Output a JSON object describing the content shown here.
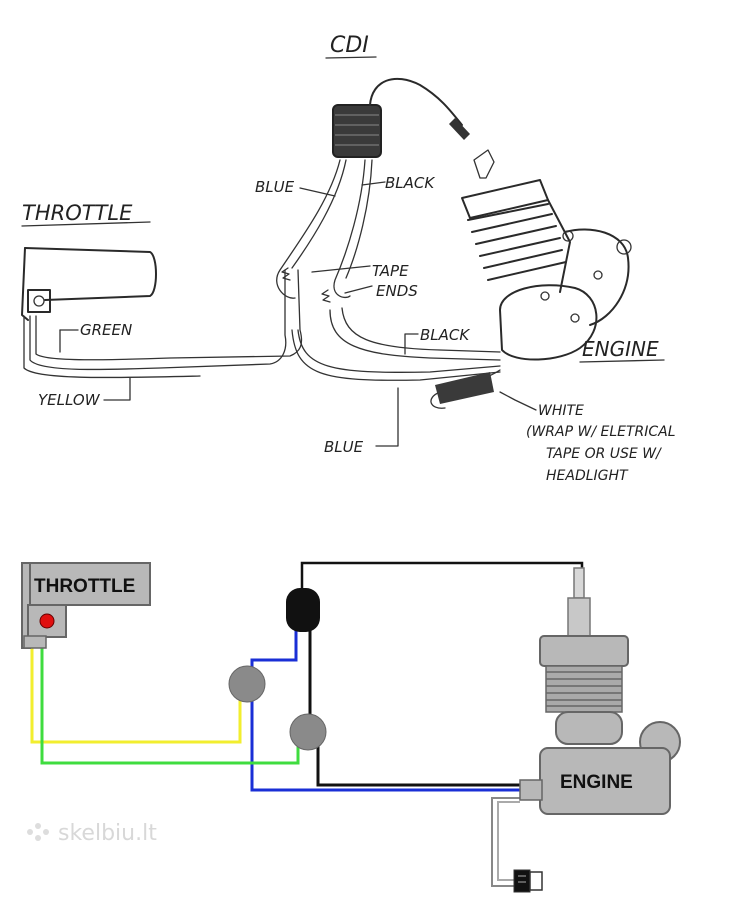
{
  "sketch": {
    "labels": {
      "cdi": "CDI",
      "throttle": "THROTTLE",
      "blue_top": "BLUE",
      "black_top": "BLACK",
      "tape_ends_1": "TAPE",
      "tape_ends_2": "ENDS",
      "green": "GREEN",
      "black_mid": "BLACK",
      "engine": "ENGINE",
      "yellow": "YELLOW",
      "blue_bottom": "BLUE",
      "white_1": "WHITE",
      "white_2": "(WRAP W/ ELETRICAL",
      "white_3": "TAPE OR USE W/",
      "white_4": "HEADLIGHT"
    }
  },
  "schematic": {
    "throttle_label": "THROTTLE",
    "engine_label": "ENGINE",
    "colors": {
      "yellow": "#f2ee2e",
      "green": "#3fdc3f",
      "blue": "#1a2fd6",
      "black": "#111111",
      "red": "#e01010",
      "box_gray": "#b8b8b8",
      "junction_gray": "#8a8a8a"
    }
  },
  "watermark": "skelbiu.lt"
}
